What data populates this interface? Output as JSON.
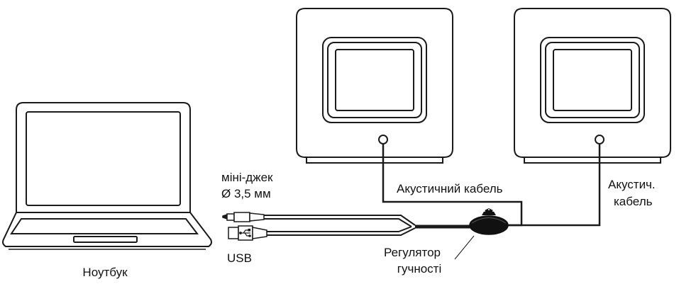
{
  "labels": {
    "laptop": "Ноутбук",
    "minijack_line1": "міні-джек",
    "minijack_line2": "Ø 3,5 мм",
    "usb": "USB",
    "acoustic_cable": "Акустичний кабель",
    "acoustic_cable_short_line1": "Акустич.",
    "acoustic_cable_short_line2": "кабель",
    "volume_line1": "Регулятор",
    "volume_line2": "гучності"
  },
  "icons": {
    "usb_symbol": "usb-icon"
  },
  "colors": {
    "stroke": "#1a1a1a",
    "fill_dark": "#111111",
    "background": "#ffffff"
  }
}
